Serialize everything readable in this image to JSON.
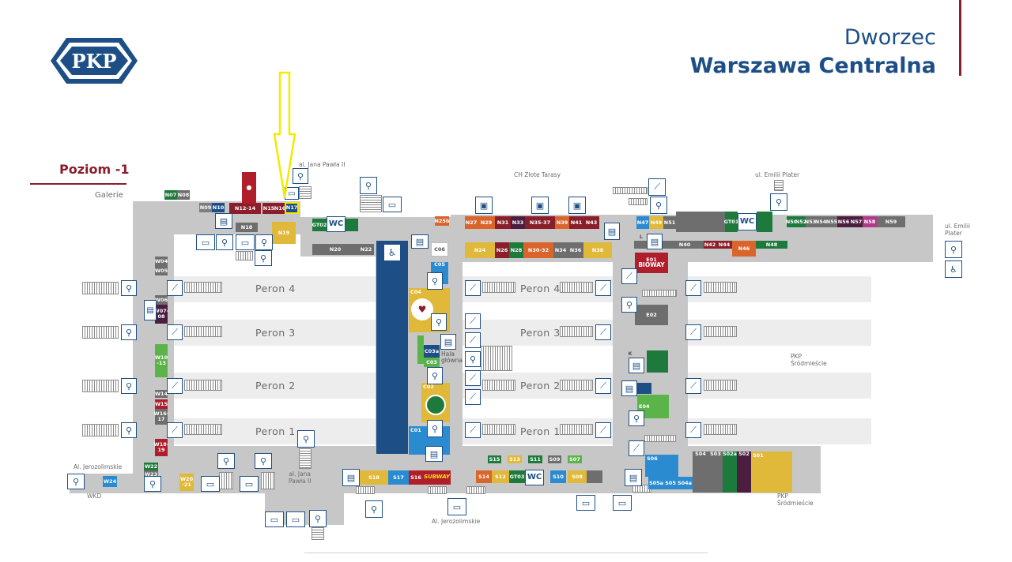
{
  "header": {
    "line1": "Dworzec",
    "line2": "Warszawa Centralna",
    "logo_text": "PKP",
    "brand_color": "#1d4f86",
    "accent_color": "#8a1e2b"
  },
  "level": {
    "title": "Poziom -1",
    "galerie": "Galerie"
  },
  "platforms": [
    "Peron 4",
    "Peron 3",
    "Peron 2",
    "Peron 1"
  ],
  "street_labels": {
    "jana_pawla_top": "al. Jana Pawła II",
    "zlote_tarasy": "CH Złote Tarasy",
    "emilii_plater_top": "ul. Emilii Plater",
    "emilii_plater_right": "ul. Emilii\nPlater",
    "pkp_srodmiescie_mid": "PKP\nŚródmieście",
    "pkp_srodmiescie_bottom": "PKP\nŚródmieście",
    "jerozolimskie_left": "Al. Jerozolimskie",
    "wkd": "WKD",
    "jana_pawla_bottom": "al. Jana\nPawła II",
    "jerozolimskie_bottom": "Al. Jerozolimskie",
    "hala_glowna": "Hala\ngłówna"
  },
  "shops": {
    "N07": "N07",
    "N08": "N08",
    "N09": "N09",
    "N10": "N10",
    "N12-14": "N12-14",
    "N15": "N15",
    "N16": "N16",
    "N17": "N17",
    "N18": "N18",
    "N19": "N19",
    "N20": "N20",
    "N22": "N22",
    "N25b": "N25b",
    "N27": "N27",
    "N29": "N29",
    "N31": "N31",
    "N33": "N33",
    "N35-37": "N35-37",
    "N39": "N39",
    "N41": "N41",
    "N43": "N43",
    "N24": "N24",
    "N26": "N26",
    "N28": "N28",
    "N30-32": "N30-32",
    "N34": "N34",
    "N36": "N36",
    "N38": "N38",
    "N47": "N47",
    "N49": "N49",
    "N51": "N51",
    "N40": "N40",
    "N42": "N42",
    "N44": "N44",
    "N46": "N46",
    "N48": "N48",
    "N50": "N50",
    "N52": "N52",
    "N53": "N53",
    "N54": "N54",
    "N55": "N55",
    "N56": "N56",
    "N57": "N57",
    "N58": "N58",
    "N59": "N59",
    "GT01": "GT01",
    "GT02": "GT02",
    "GT03": "GT03",
    "E01": "E01",
    "E01b": "BIOWAY",
    "E02": "E02",
    "E04": "E04",
    "K": "K",
    "C01": "C01",
    "C02": "C02",
    "C03": "C03",
    "C03a": "C03a",
    "C04": "C04",
    "C05": "C05",
    "C06": "C06",
    "W04": "W04",
    "W05": "W05",
    "W06": "W06",
    "W07-08": "W07-\n08",
    "W10-13": "W10\n-13",
    "W14": "W14",
    "W15": "W15",
    "W16-17": "W16-\n17",
    "W18-19": "W18-\n19",
    "W22": "W22",
    "W23": "W23",
    "W24": "W24",
    "W20-21": "W20\n-21",
    "S01": "S01",
    "S02": "S02",
    "S02a": "S02a",
    "S03": "S03",
    "S04": "S04",
    "S04a": "S04a",
    "S05": "S05",
    "S05a": "S05a",
    "S06": "S06",
    "S07": "S07",
    "S08": "S08",
    "S09": "S09",
    "S10": "S10",
    "S11": "S11",
    "S12": "S12",
    "S13": "S13",
    "S14": "S14",
    "S15": "S15",
    "S16": "S16",
    "S17": "S17",
    "S18": "S18",
    "WC": "WC",
    "L": "L",
    "subway": "SUBWAY"
  }
}
